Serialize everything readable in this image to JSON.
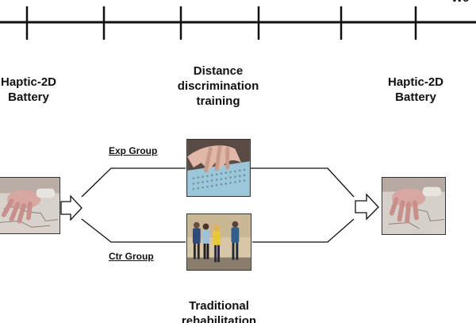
{
  "timeline": {
    "corner_label": "We"
  },
  "labels": {
    "pre_test": [
      "Haptic-2D",
      "Battery"
    ],
    "training": [
      "Distance",
      "discrimination",
      "training"
    ],
    "post_test": [
      "Haptic-2D",
      "Battery"
    ],
    "traditional": [
      "Traditional",
      "rehabilitation"
    ]
  },
  "groups": {
    "exp": "Exp Group",
    "ctr": "Ctr Group"
  },
  "images": {
    "pre_hand": "hand-on-tactile-map",
    "exp": "hands-on-braille-board",
    "ctr": "group-of-people-outdoors",
    "post_hand": "hand-on-tactile-map"
  }
}
